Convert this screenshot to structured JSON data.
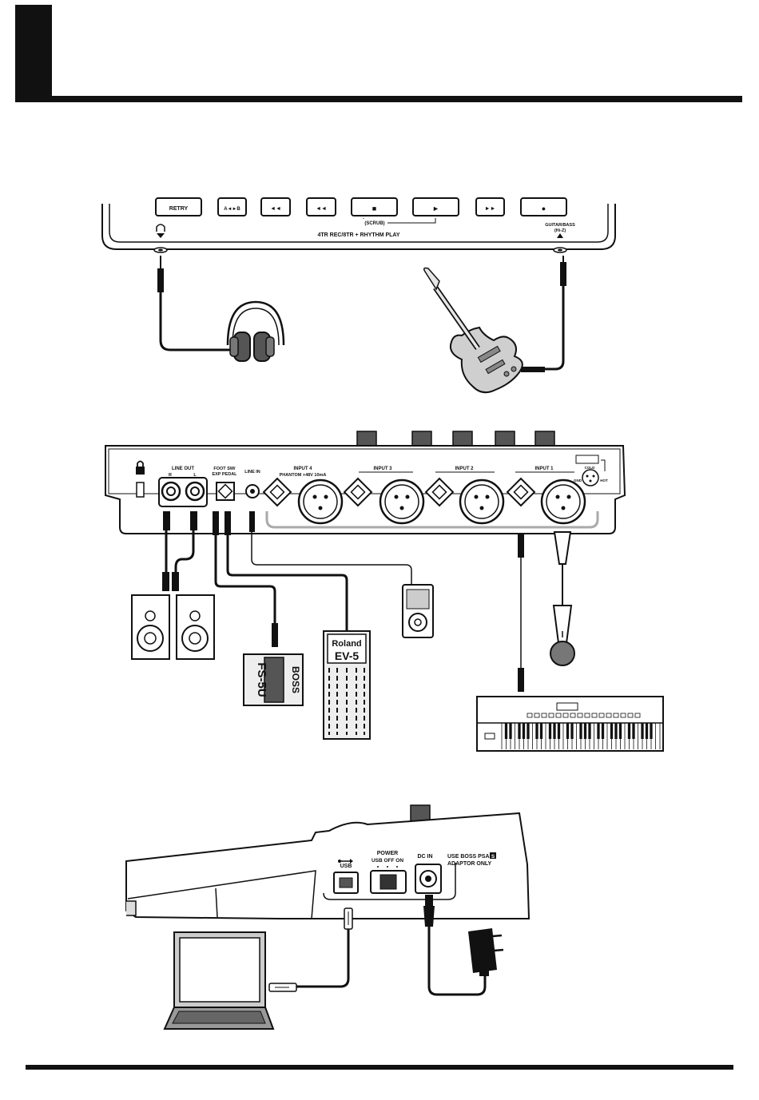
{
  "front_panel": {
    "buttons": [
      "RETRY",
      "A◄►B",
      "◄◄",
      "◄◄",
      "■",
      "►",
      "►►",
      "●"
    ],
    "scrub_label": "(SCRUB)",
    "model_label": "4TR REC/8TR + RHYTHM PLAY",
    "guitar_jack_label": "GUITAR/BASS",
    "guitar_jack_sublabel": "(Hi-Z)"
  },
  "rear_panel": {
    "line_out": "LINE OUT",
    "line_out_r": "R",
    "line_out_l": "L",
    "foot_sw": "FOOT SW/",
    "exp_pedal": "EXP PEDAL",
    "line_in": "LINE IN",
    "input4": "INPUT 4",
    "phantom": "PHANTOM +48V 10mA",
    "input3": "INPUT 3",
    "input2": "INPUT 2",
    "input1": "INPUT 1",
    "xlr_cold": "COLD",
    "xlr_gnd": "GND",
    "xlr_hot": "HOT"
  },
  "devices": {
    "footswitch_model": "FS-5U",
    "footswitch_brand": "BOSS",
    "pedal_brand": "Roland",
    "pedal_model": "EV-5"
  },
  "side_panel": {
    "usb": "USB",
    "power": "POWER",
    "power_positions": "USB  OFF  ON",
    "dc_in": "DC IN",
    "adaptor_note_1": "USE BOSS PSA",
    "adaptor_note_1_badge": "S",
    "adaptor_note_2": "ADAPTOR ONLY"
  },
  "colors": {
    "ink": "#111111",
    "cable_gray": "#a9a9a9",
    "guitar_gray": "#c8c8c8"
  },
  "icons": [
    "headphones-icon",
    "lock-icon",
    "usb-icon"
  ]
}
